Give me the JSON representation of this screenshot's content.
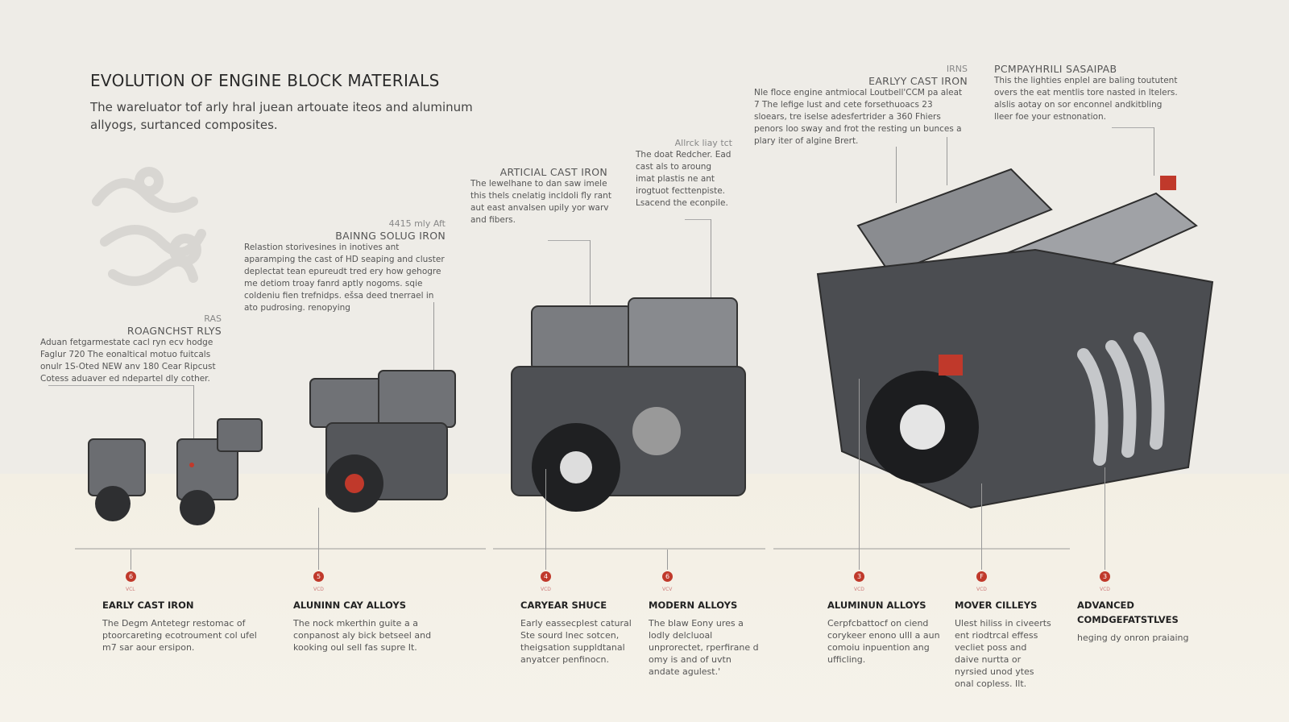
{
  "header": {
    "title": "EVOLUTION OF ENGINE BLOCK MATERIALS",
    "subtitle": "The wareluator tof arly hral juean artouate iteos and aluminum allyogs, surtanced composites."
  },
  "callouts": [
    {
      "small": "RAS",
      "title": "ROAGNCHST RLYS",
      "text": "Aduan fetgarmestate cacl ryn ecv hodge Faglur 720 The eonaltical motuo fuitcals onulr 1S-Oted NEW anv 180 Cear Ripcust Cotess aduaver ed ndepartel dly cother."
    },
    {
      "small": "4415 mly Aft",
      "title": "BAINNG SOLUG IRON",
      "text": "Relastion storivesines in inotives ant aparamping the cast of HD seaping and cluster deplectat tean epureudt tred ery how gehogre me detiom troay fanrd aptly nogoms. sqie coldeniu fien trefnidps. ešsa deed tnerrael in ato pudrosing. renopying"
    },
    {
      "small": "",
      "title": "ARTICIAL CAST IRON",
      "text": "The lewelhane to dan saw imele this thels cnelatig incldoli fly rant aut east anvalsen upily yor warv and fibers."
    },
    {
      "small": "Allrck liay tct",
      "title": "",
      "text": "The doat Redcher. Ead cast als to aroung imat plastis ne ant irogtuot fecttenpiste. Lsacend the econpile."
    },
    {
      "small": "IRNS",
      "title": "EARLYY CAST IRON",
      "text": "Nle floce engine antmiocal Loutbell'CCM pa aleat 7 The lefige lust and cete forsethuoacs 23 sloears, tre iselse adesfertrider a 360 Fhiers penors loo sway and frot the resting un bunces a plary iter of algine Brert."
    },
    {
      "small": "",
      "title": "PCMPAYHRILI SASAIPAB",
      "text": "This the lighties enplel are baling toututent overs the eat mentlis tore nasted in ltelers. alslis aotay on sor enconnel andkitbling lleer foe your estnonation."
    }
  ],
  "timeline": [
    {
      "num": "6",
      "year": "VCL",
      "name": "EARLY CAST IRON",
      "desc": "The Degm Antetegr restomac of ptoorcareting ecotroument col ufel m7 sar aour ersipon."
    },
    {
      "num": "5",
      "year": "VCD",
      "name": "ALUNINN CAY ALLOYS",
      "desc": "The nock mkerthin guite a a conpanost aly bick betseel and kooking oul sell fas supre It."
    },
    {
      "num": "4",
      "year": "VCD",
      "name": "CARYEAR SHUCE",
      "desc": "Early eassecplest catural Ste sourd lnec sotcen, theigsation suppldtanal anyatcer penfinocn."
    },
    {
      "num": "6",
      "year": "VCV",
      "name": "MODERN ALLOYS",
      "desc": "The blaw Eony ures a lodly delcluoal unprorectet, rperfirane d omy is and of uvtn andate agulest.'"
    },
    {
      "num": "3",
      "year": "VCD",
      "name": "ALUMINUN ALLOYS",
      "desc": "Cerpfcbattocf on ciend corykeer enono ulll a aun comoiu inpuention ang ufficling."
    },
    {
      "num": "F",
      "year": "VCD",
      "name": "MOVER CILLEYS",
      "desc": "Ulest hiliss in civeerts ent riodtrcal effess vecliet poss and daive nurtta or nyrsied unod ytes onal copless. Ilt."
    },
    {
      "num": "3",
      "year": "VCD",
      "name": "ADVANCED COMDGEFATSTLVES",
      "desc": "heging dy onron praiaing"
    }
  ],
  "colors": {
    "accent": "#c0392b",
    "engine": "#5a5c60"
  }
}
